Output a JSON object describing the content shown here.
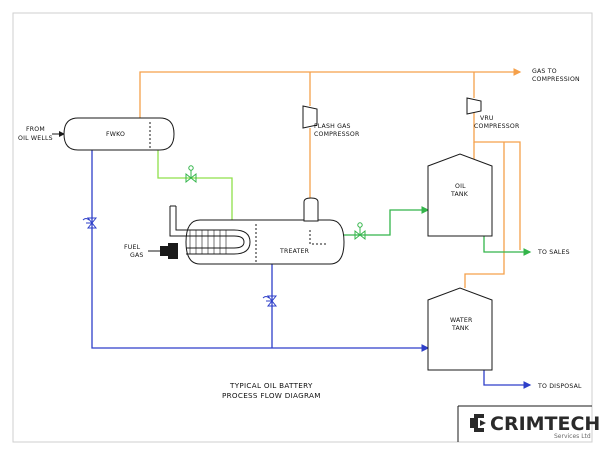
{
  "labels": {
    "from_oil_wells_1": "FROM",
    "from_oil_wells_2": "OIL WELLS",
    "fwko": "FWKO",
    "gas_to_compression_1": "GAS TO",
    "gas_to_compression_2": "COMPRESSION",
    "flash_gas_1": "FLASH GAS",
    "flash_gas_2": "COMPRESSOR",
    "vru_1": "VRU",
    "vru_2": "COMPRESSOR",
    "oil_tank_1": "OIL",
    "oil_tank_2": "TANK",
    "to_sales": "TO SALES",
    "fuel_gas_1": "FUEL",
    "fuel_gas_2": "GAS",
    "treater": "TREATER",
    "water_tank_1": "WATER",
    "water_tank_2": "TANK",
    "to_disposal": "TO DISPOSAL"
  },
  "title": {
    "line1": "TYPICAL OIL BATTERY",
    "line2": "PROCESS FLOW DIAGRAM"
  },
  "logo": {
    "name": "CRIMTECH",
    "subtitle": "Services Ltd"
  },
  "colors": {
    "gas_line": "#f5a04a",
    "oil_line": "#33b54a",
    "water_line": "#2e3fc9",
    "fwko_to_treater_line": "#8fe04a",
    "equipment": "#1a1a1a"
  }
}
